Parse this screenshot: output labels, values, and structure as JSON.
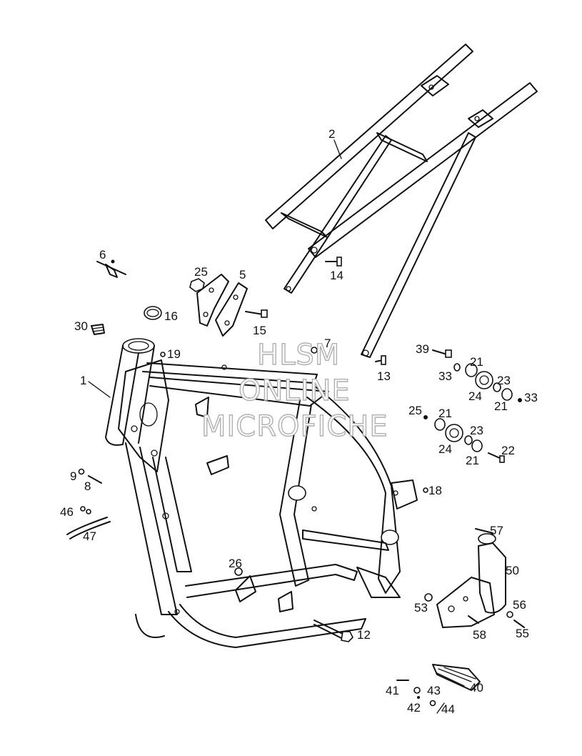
{
  "watermark": {
    "line1": "HLSM",
    "line2": "ONLINE",
    "line3": "MICROFICHE"
  },
  "callouts": [
    "2",
    "14",
    "13",
    "6",
    "25",
    "5",
    "16",
    "15",
    "30",
    "19",
    "7",
    "1",
    "39",
    "21",
    "33",
    "24",
    "23",
    "21",
    "33",
    "25",
    "21",
    "23",
    "24",
    "21",
    "22",
    "9",
    "8",
    "18",
    "46",
    "47",
    "57",
    "50",
    "26",
    "53",
    "56",
    "58",
    "55",
    "12",
    "41",
    "43",
    "40",
    "42",
    "44"
  ]
}
